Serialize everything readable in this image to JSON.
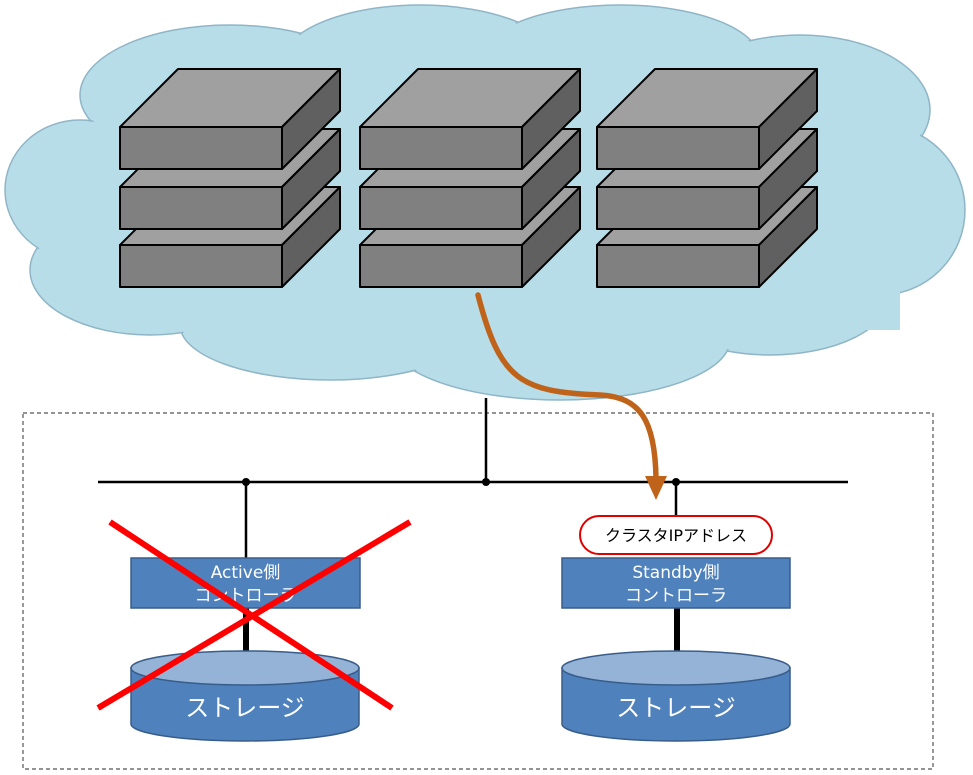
{
  "left_controller": {
    "line1": "Active側",
    "line2": "コントローラ"
  },
  "right_controller": {
    "line1": "Standby側",
    "line2": "コントローラ"
  },
  "left_storage": {
    "label": "ストレージ"
  },
  "right_storage": {
    "label": "ストレージ"
  },
  "cluster_ip": {
    "label": "クラスタIPアドレス"
  },
  "colors": {
    "cloud": "#b7dde8",
    "server_front": "#808080",
    "server_top": "#a0a0a0",
    "server_side": "#606060",
    "controller": "#4f81bd",
    "storage_top": "#95b3d7",
    "arrow": "#c0631a",
    "failure_cross": "#ff0000",
    "ip_badge_border": "#e00000"
  },
  "failed_controller": "Active側"
}
